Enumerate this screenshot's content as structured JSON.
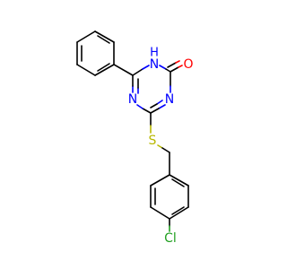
{
  "molecule": {
    "atoms": {
      "nh_n": "N",
      "nh_h": "H",
      "oxygen": "O",
      "n_bottom_left": "N",
      "n_bottom_right": "N",
      "sulfur": "S",
      "chlorine": "Cl"
    },
    "colors": {
      "carbon": "#000000",
      "nitrogen": "#0000ff",
      "oxygen": "#ff0000",
      "sulfur": "#b8b800",
      "chlorine": "#22a022"
    }
  }
}
